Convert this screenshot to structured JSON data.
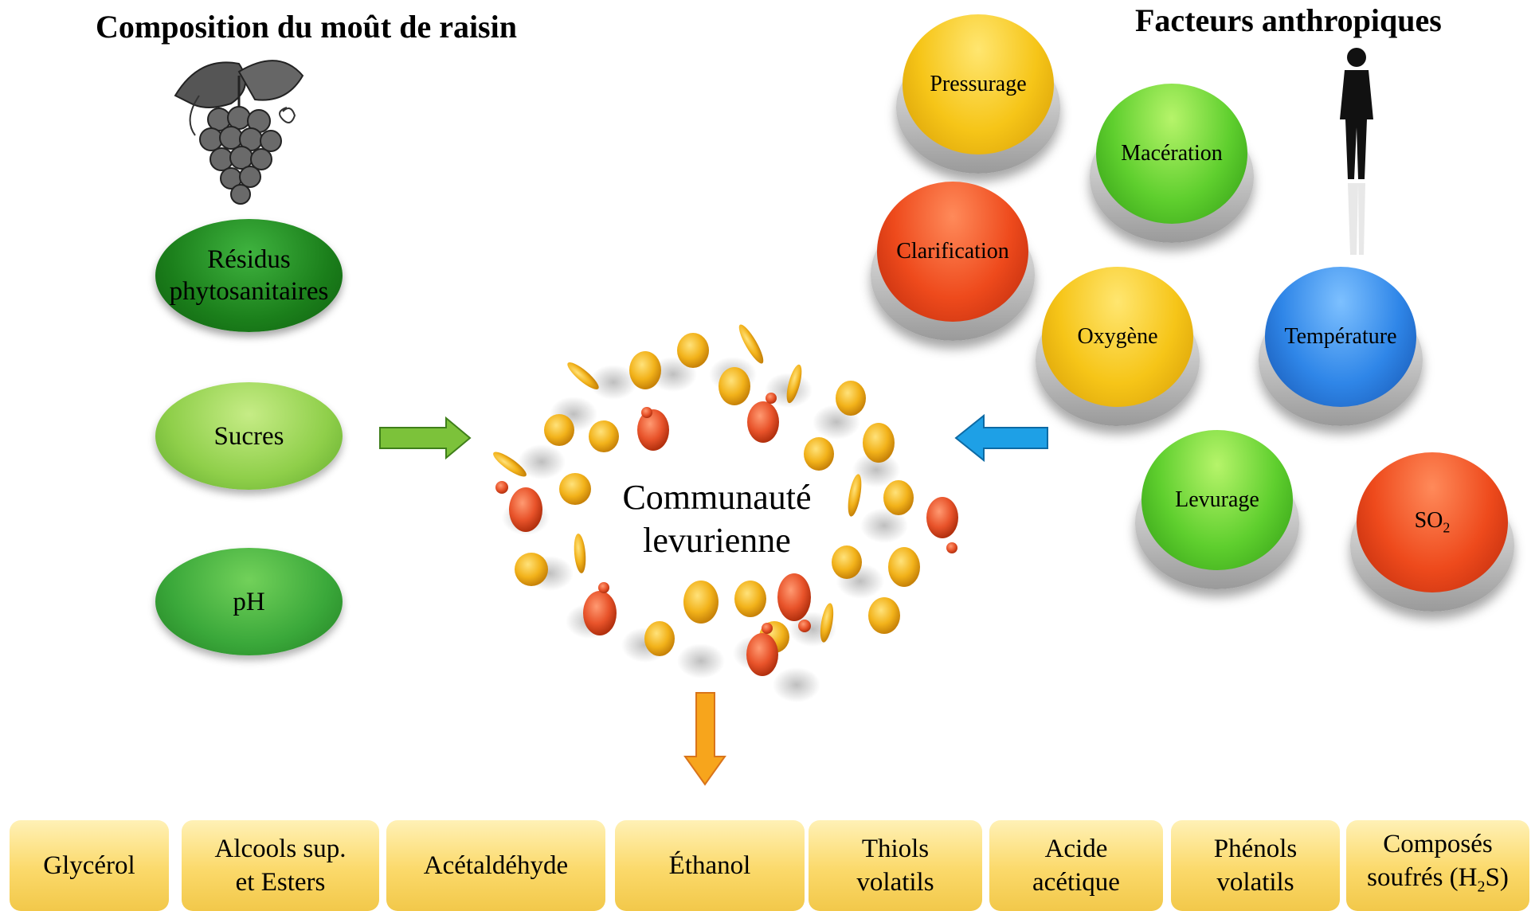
{
  "headings": {
    "left": "Composition du moût de raisin",
    "right": "Facteurs anthropiques"
  },
  "must_factors": [
    {
      "line1": "Résidus",
      "line2": "phytosanitaires"
    },
    {
      "label": "Sucres"
    },
    {
      "label": "pH"
    }
  ],
  "anthropic_factors": {
    "pressurage": "Pressurage",
    "maceration": "Macération",
    "clarification": "Clarification",
    "oxygene": "Oxygène",
    "temperature": "Température",
    "levurage": "Levurage",
    "so2_main": "SO",
    "so2_sub": "2"
  },
  "center": {
    "line1": "Communauté",
    "line2": "levurienne"
  },
  "products": {
    "glycerol": "Glycérol",
    "alcools_l1": "Alcools sup.",
    "alcools_l2": "et Esters",
    "acetaldehyde": "Acétaldéhyde",
    "ethanol": "Éthanol",
    "thiols_l1": "Thiols",
    "thiols_l2": "volatils",
    "acide_l1": "Acide",
    "acide_l2": "acétique",
    "phenols_l1": "Phénols",
    "phenols_l2": "volatils",
    "soufres_l1": "Composés",
    "soufres_l2a": "soufrés (H",
    "soufres_sub": "2",
    "soufres_l2b": "S)"
  },
  "colors": {
    "arrow_green": "#7cc23a",
    "arrow_blue": "#1ea0e6",
    "arrow_orange": "#f7a51c",
    "yeast_yellow": "#f2b21a",
    "yeast_red": "#e8532a"
  }
}
